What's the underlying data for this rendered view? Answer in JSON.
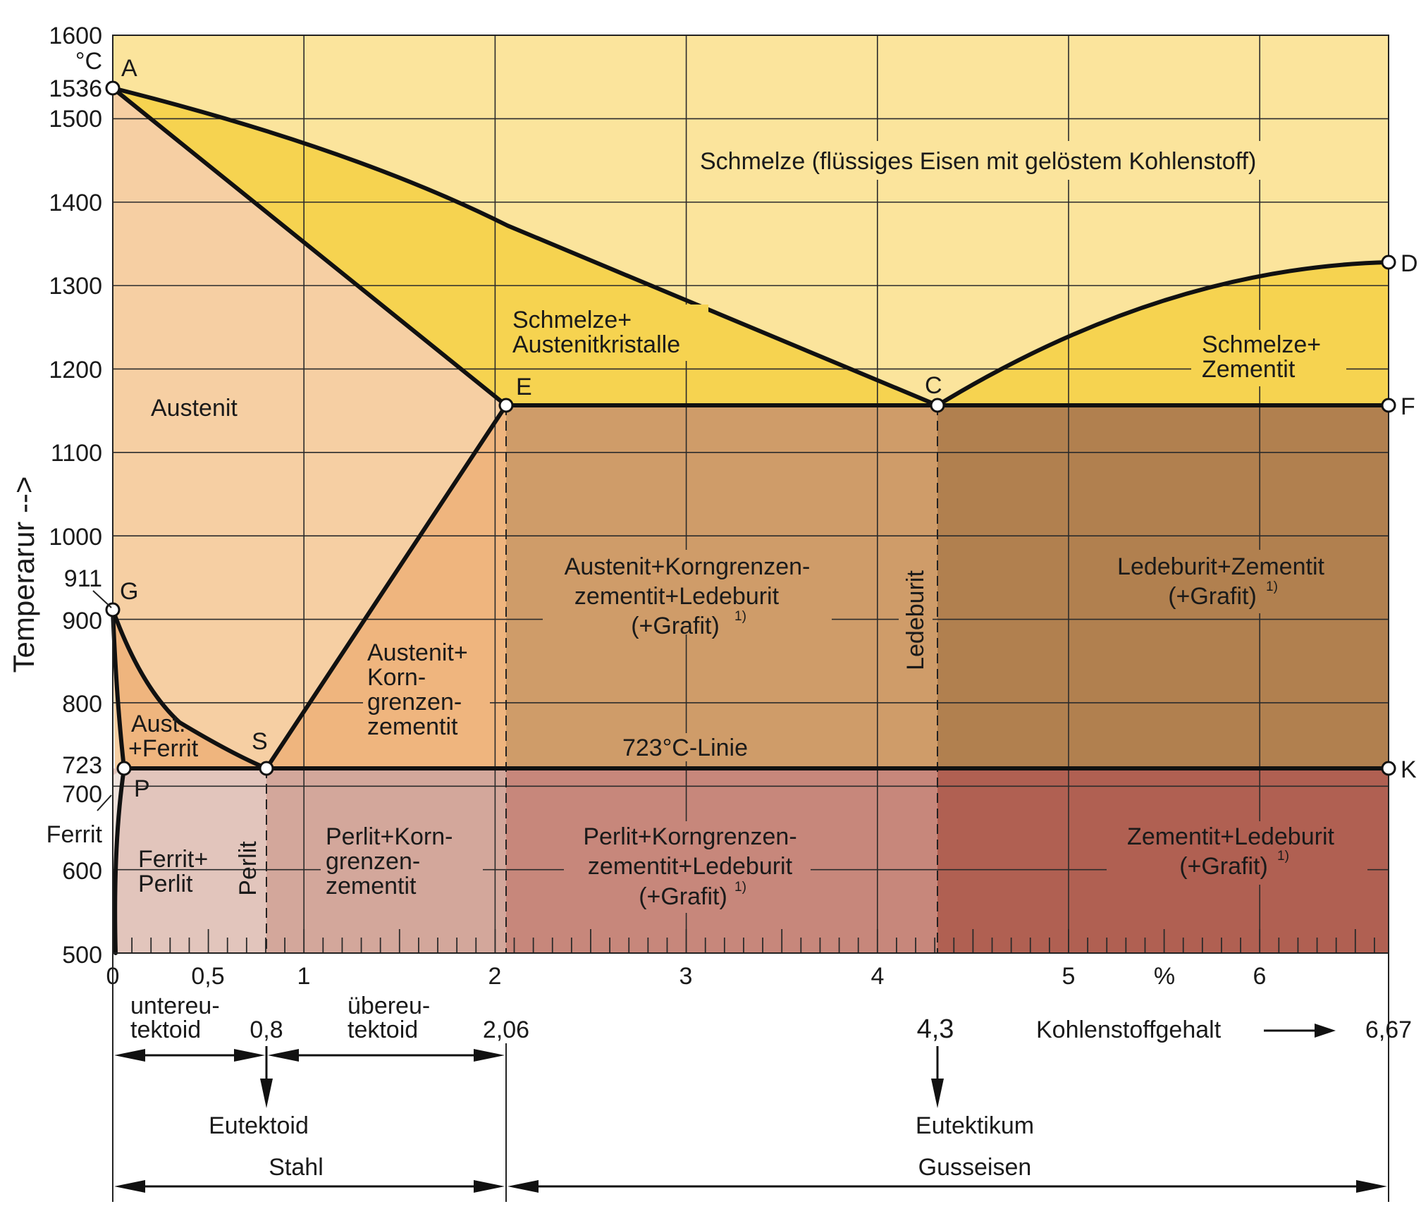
{
  "diagram": {
    "y_axis": {
      "label": "Temperarur -->",
      "unit": "°C",
      "ticks": [
        "1600",
        "1536",
        "1500",
        "1400",
        "1300",
        "1200",
        "1100",
        "1000",
        "911",
        "900",
        "800",
        "723",
        "700",
        "600",
        "500"
      ]
    },
    "x_axis": {
      "ticks": [
        "0",
        "0,5",
        "1",
        "2",
        "3",
        "4",
        "5",
        "%",
        "6"
      ],
      "label": "Kohlenstoffgehalt",
      "key_values": [
        "0,8",
        "2,06",
        "4,3",
        "6,67"
      ]
    },
    "points": [
      "A",
      "D",
      "E",
      "C",
      "F",
      "G",
      "S",
      "P",
      "K"
    ],
    "regions": {
      "melt": "Schmelze (flüssiges Eisen mit gelöstem Kohlenstoff)",
      "melt_aust_1": "Schmelze+",
      "melt_aust_2": "Austenitkristalle",
      "melt_zem_1": "Schmelze+",
      "melt_zem_2": "Zementit",
      "austenit": "Austenit",
      "aust_korn_1": "Austenit+",
      "aust_korn_2": "Korn-",
      "aust_korn_3": "grenzen-",
      "aust_korn_4": "zementit",
      "aust_led_1": "Austenit+Korngrenzen-",
      "aust_led_2": "zementit+Ledeburit",
      "aust_led_3": "(+Grafit)",
      "ledeburit": "Ledeburit",
      "led_zem_1": "Ledeburit+Zementit",
      "led_zem_2": "(+Grafit)",
      "aust_ferrit_1": "Aust.",
      "aust_ferrit_2": "+Ferrit",
      "line_723": "723°C-Linie",
      "ferrit": "Ferrit",
      "ferrit_perlit_1": "Ferrit+",
      "ferrit_perlit_2": "Perlit",
      "perlit": "Perlit",
      "perlit_korn_1": "Perlit+Korn-",
      "perlit_korn_2": "grenzen-",
      "perlit_korn_3": "zementit",
      "perlit_led_1": "Perlit+Korngrenzen-",
      "perlit_led_2": "zementit+Ledeburit",
      "perlit_led_3": "(+Grafit)",
      "zem_led_1": "Zementit+Ledeburit",
      "zem_led_2": "(+Grafit)",
      "footnote": "1)"
    },
    "classification": {
      "untereu_1": "untereu-",
      "untereu_2": "tektoid",
      "ubereu_1": "übereu-",
      "ubereu_2": "tektoid",
      "eutektoid": "Eutektoid",
      "eutektikum": "Eutektikum",
      "stahl": "Stahl",
      "gusseisen": "Gusseisen"
    },
    "colors": {
      "melt": "#fbe49c",
      "melt_solid": "#f6d350",
      "austenit": "#f6cfa3",
      "aust_ferrit": "#efb57e",
      "aust_korn": "#efb57e",
      "aust_ledeburit": "#cf9c69",
      "led_zementit": "#b1804f",
      "ferrit_perlit": "#e2c5bc",
      "perlit_korn": "#d3a79b",
      "perlit_ledeburit": "#c7877b",
      "zementit_ledeburit": "#b06052",
      "lines": "#111111"
    }
  }
}
